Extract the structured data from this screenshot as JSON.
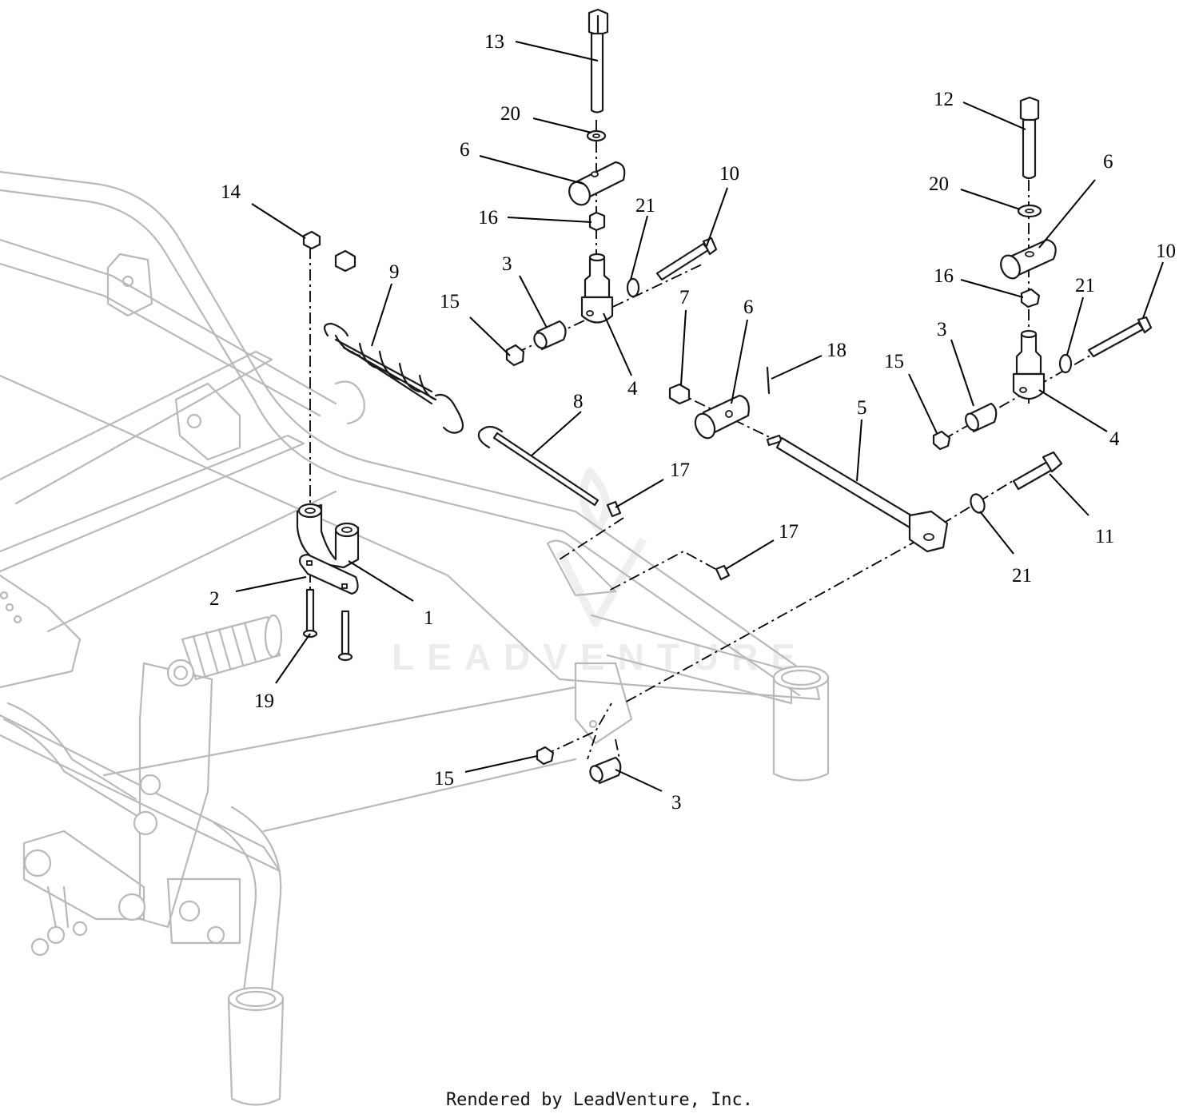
{
  "diagram": {
    "callouts": [
      {
        "label": "13"
      },
      {
        "label": "20"
      },
      {
        "label": "6"
      },
      {
        "label": "16"
      },
      {
        "label": "21"
      },
      {
        "label": "10"
      },
      {
        "label": "14"
      },
      {
        "label": "9"
      },
      {
        "label": "3"
      },
      {
        "label": "15"
      },
      {
        "label": "4"
      },
      {
        "label": "7"
      },
      {
        "label": "6"
      },
      {
        "label": "18"
      },
      {
        "label": "8"
      },
      {
        "label": "5"
      },
      {
        "label": "17"
      },
      {
        "label": "12"
      },
      {
        "label": "20"
      },
      {
        "label": "6"
      },
      {
        "label": "16"
      },
      {
        "label": "21"
      },
      {
        "label": "10"
      },
      {
        "label": "3"
      },
      {
        "label": "15"
      },
      {
        "label": "4"
      },
      {
        "label": "11"
      },
      {
        "label": "21"
      },
      {
        "label": "17"
      },
      {
        "label": "2"
      },
      {
        "label": "1"
      },
      {
        "label": "19"
      },
      {
        "label": "15"
      },
      {
        "label": "3"
      }
    ],
    "watermark": "LEADVENTURE",
    "footer": "Rendered by LeadVenture, Inc."
  },
  "colors": {
    "frame": "#b9b9b9",
    "parts": "#1a1a1a",
    "watermark": "#ececec",
    "background": "#ffffff"
  }
}
